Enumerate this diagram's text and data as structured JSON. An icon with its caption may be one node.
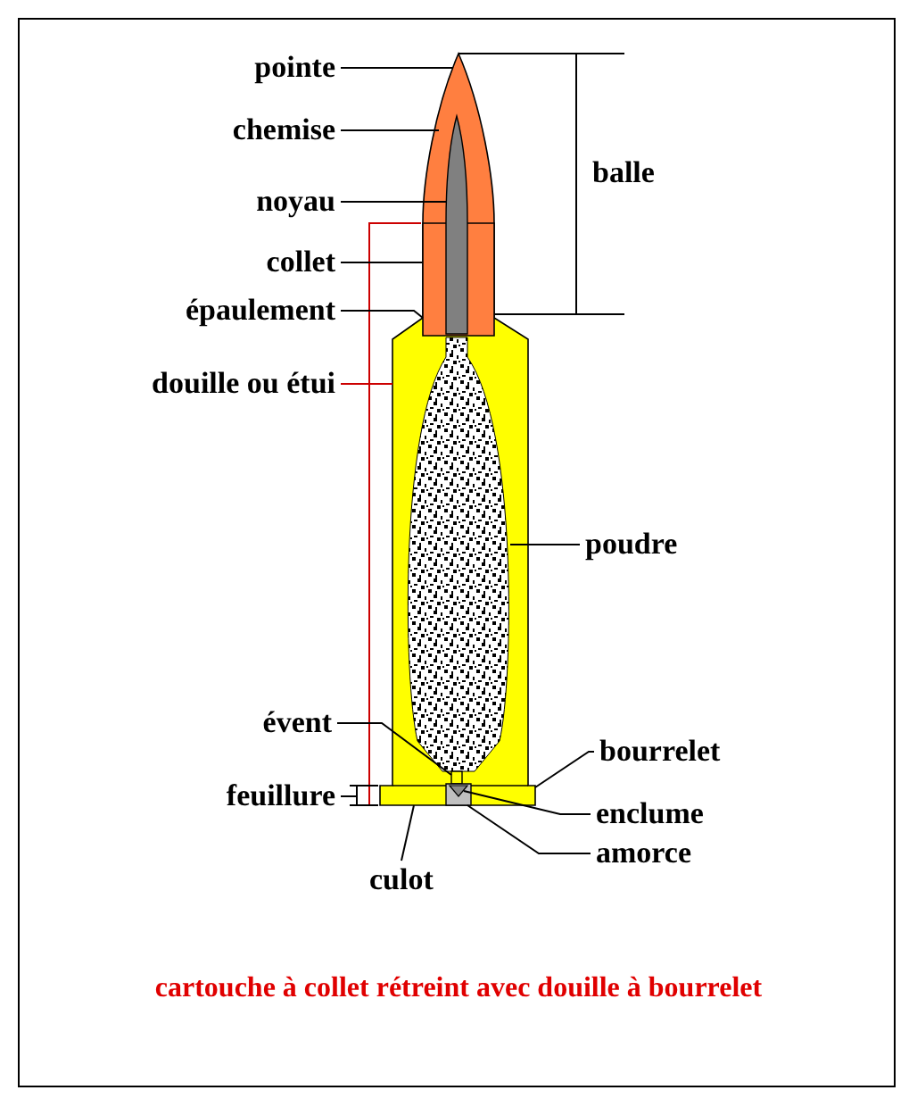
{
  "diagram": {
    "caption": "cartouche à collet rétreint avec douille à bourrelet",
    "nodes": [
      {
        "text": [
          "pointe"
        ]
      },
      {
        "text": [
          "chemise"
        ]
      },
      {
        "text": [
          "noyau"
        ]
      },
      {
        "text": [
          "collet"
        ]
      },
      {
        "text": [
          "épaulement"
        ]
      },
      {
        "text": [
          "douille ou étui"
        ]
      },
      {
        "text": [
          "poudre"
        ]
      },
      {
        "text": [
          "évent"
        ]
      },
      {
        "text": [
          "bourrelet"
        ]
      },
      {
        "text": [
          "enclume"
        ]
      },
      {
        "text": [
          "amorce"
        ]
      },
      {
        "text": [
          "culot"
        ]
      },
      {
        "text": [],
        "shape": "bullet"
      },
      {
        "text": [],
        "shape": "bar",
        "in": 12
      },
      {
        "text": [],
        "shape": "case"
      },
      {
        "text": [],
        "shape": "ellipse",
        "in": 14
      },
      {
        "text": [],
        "shape": "bar",
        "in": 14
      },
      {
        "text": [],
        "shape": "box",
        "in": 14
      },
      {
        "text": [],
        "shape": "triangle",
        "in": 17
      }
    ],
    "edges": [
      {
        "from": 0,
        "to": 12,
        "arrow": "none"
      },
      {
        "from": 1,
        "to": 12,
        "arrow": "none"
      },
      {
        "from": 2,
        "to": 13,
        "arrow": "none"
      },
      {
        "from": 3,
        "to": 12,
        "arrow": "none"
      },
      {
        "from": 4,
        "to": 14,
        "arrow": "none"
      },
      {
        "from": 5,
        "to": 14,
        "arrow": "none",
        "color": "#cc0000"
      },
      {
        "from": 6,
        "to": 15,
        "arrow": "none"
      },
      {
        "from": 7,
        "to": 16,
        "arrow": "none"
      },
      {
        "from": 8,
        "to": 14,
        "arrow": "none"
      },
      {
        "from": 9,
        "to": 18,
        "arrow": "none"
      },
      {
        "from": 10,
        "to": 17,
        "arrow": "none"
      },
      {
        "from": 11,
        "to": 14,
        "arrow": "none"
      }
    ],
    "labels": [
      "balle",
      "feuillure"
    ]
  }
}
